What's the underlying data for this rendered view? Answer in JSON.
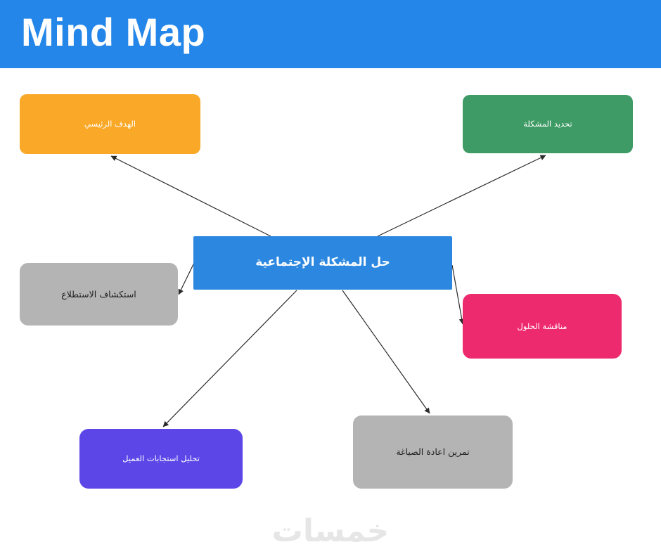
{
  "header": {
    "title": "Mind Map",
    "bg_color": "#2386e8",
    "text_color": "#ffffff"
  },
  "mindmap": {
    "center": {
      "id": "center",
      "label": "حل المشكلة الإجتماعية",
      "color": "#2b87e0",
      "text_color": "#ffffff"
    },
    "nodes": [
      {
        "id": "main-goal",
        "label": "الهدف الرئيسي",
        "color": "#faa827",
        "text_color": "#ffffff"
      },
      {
        "id": "problem-definition",
        "label": "تحديد المشكلة",
        "color": "#3f9b65",
        "text_color": "#ffffff"
      },
      {
        "id": "survey-exploration",
        "label": "استكشاف الاستطلاع",
        "color": "#b4b4b4",
        "text_color": "#1f1f1f"
      },
      {
        "id": "solutions-discussion",
        "label": "مناقشة الحلول",
        "color": "#ee2a6e",
        "text_color": "#ffffff"
      },
      {
        "id": "responses-analysis",
        "label": "تحليل استجابات العميل",
        "color": "#5c46e8",
        "text_color": "#ffffff"
      },
      {
        "id": "rephrasing-exercise",
        "label": "تمرين اعادة الصياغة",
        "color": "#b4b4b4",
        "text_color": "#1f1f1f"
      }
    ],
    "edges": [
      {
        "from": "center",
        "to": "main-goal"
      },
      {
        "from": "center",
        "to": "problem-definition"
      },
      {
        "from": "center",
        "to": "survey-exploration"
      },
      {
        "from": "center",
        "to": "solutions-discussion"
      },
      {
        "from": "center",
        "to": "responses-analysis"
      },
      {
        "from": "center",
        "to": "rephrasing-exercise"
      }
    ],
    "edge_color": "#2b2b2b"
  },
  "watermark": {
    "text": "خمسات",
    "color": "#e6e6e6"
  }
}
